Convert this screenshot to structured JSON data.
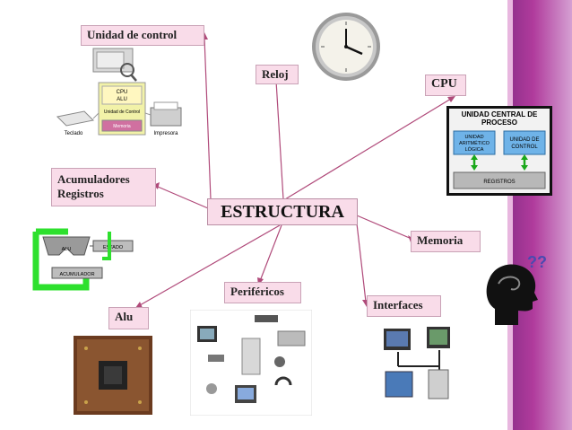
{
  "diagram": {
    "center": "ESTRUCTURA",
    "nodes": {
      "unidad_de_control": "Unidad de control",
      "reloj": "Reloj",
      "cpu": "CPU",
      "acumuladores": "Acumuladores",
      "registros": "Registros",
      "memoria": "Memoria",
      "perifericos": "Periféricos",
      "interfaces": "Interfaces",
      "alu": "Alu"
    },
    "control_unit_image": {
      "cpu": "CPU",
      "alu": "ALU",
      "unidad_de_control": "Unidad de Control",
      "memoria": "Memoria",
      "teclado": "Teclado",
      "impresora": "Impresora"
    },
    "cpu_image": {
      "title_1": "UNIDAD CENTRAL DE",
      "title_2": "PROCESO",
      "alu_1": "UNIDAD",
      "alu_2": "ARITMÉTICO",
      "alu_3": "LÓGICA",
      "cu_1": "UNIDAD DE",
      "cu_2": "CONTROL",
      "registros": "REGISTROS"
    },
    "register_image": {
      "alu": "ALU",
      "estado": "ESTADO",
      "acumulador": "ACUMULADOR"
    }
  },
  "colors": {
    "node_fill": "#f9dce9",
    "line": "#b04a7a",
    "band": "#a0368f"
  }
}
